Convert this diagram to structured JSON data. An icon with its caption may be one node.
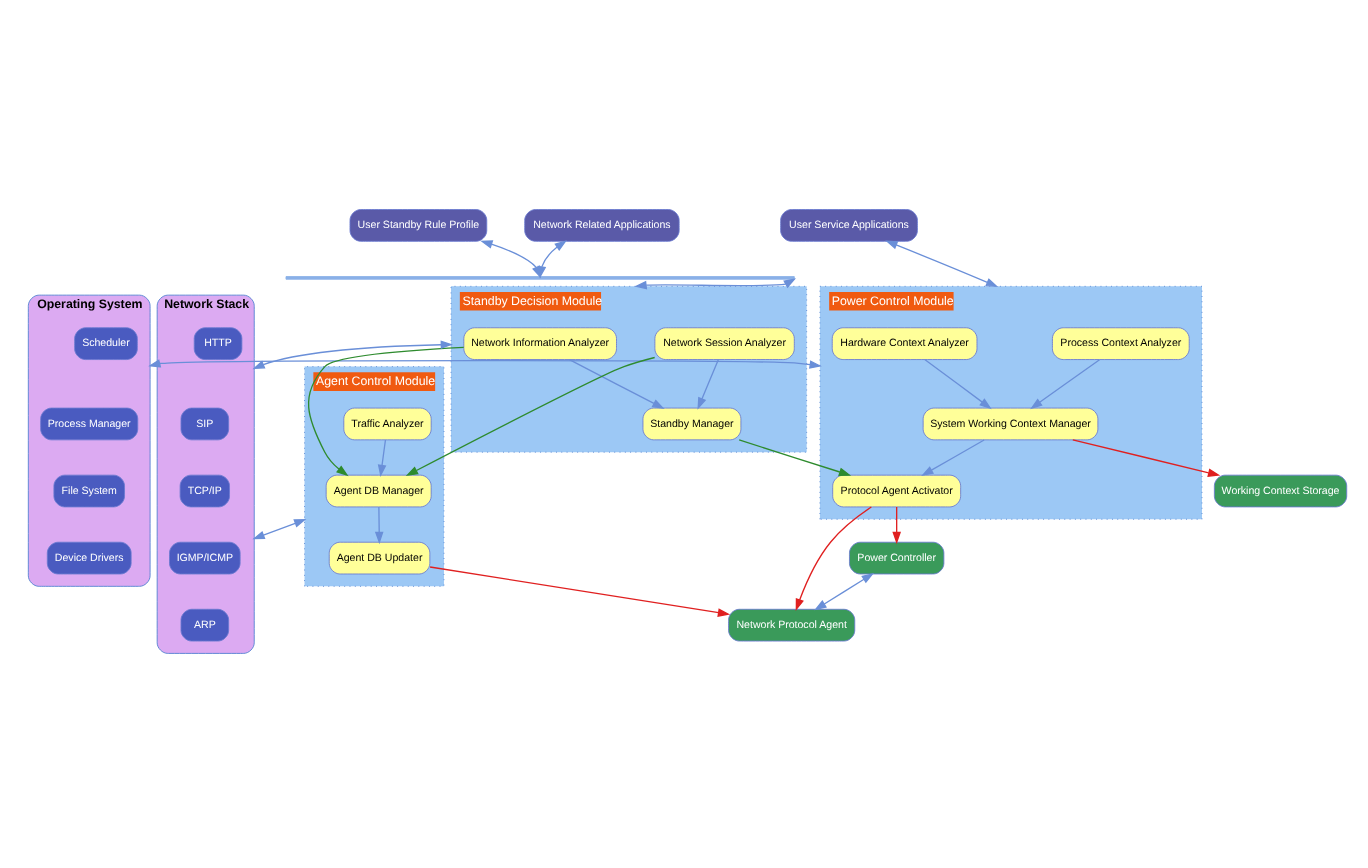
{
  "diagram": {
    "nodes": [
      {
        "text": [
          "User Service Applications"
        ]
      },
      {
        "text": [
          "Network Related Applications"
        ]
      },
      {
        "text": [
          "User Standby Rule Profile"
        ]
      },
      {
        "text": [],
        "shape": "bar"
      },
      {
        "text": [
          "Operating System"
        ]
      },
      {
        "text": [
          "Scheduler"
        ],
        "in": 4
      },
      {
        "text": [
          "Process Manager"
        ],
        "in": 4
      },
      {
        "text": [
          "File System"
        ],
        "in": 4
      },
      {
        "text": [
          "Device Drivers"
        ],
        "in": 4
      },
      {
        "text": [
          "Power Control Module"
        ]
      },
      {
        "text": [
          "Process Context Analyzer"
        ],
        "in": 9
      },
      {
        "text": [
          "Hardware Context Analyzer"
        ],
        "in": 9
      },
      {
        "text": [
          "System Working Context Manager"
        ],
        "in": 9
      },
      {
        "text": [
          "Protocol Agent Activator"
        ],
        "in": 9
      },
      {
        "text": [
          "Standby Decision Module"
        ]
      },
      {
        "text": [
          "Standby Manager"
        ],
        "in": 14
      },
      {
        "text": [
          "Network Information Analyzer"
        ],
        "in": 14
      },
      {
        "text": [
          "Network Session Analyzer"
        ],
        "in": 14
      },
      {
        "text": [
          "Agent Control Module"
        ]
      },
      {
        "text": [
          "Agent DB Manager"
        ],
        "in": 18
      },
      {
        "text": [
          "Traffic Analyzer"
        ],
        "in": 18
      },
      {
        "text": [
          "Agent DB Updater"
        ],
        "in": 18
      },
      {
        "text": [
          "Network Stack"
        ]
      },
      {
        "text": [
          "HTTP"
        ],
        "in": 22
      },
      {
        "text": [
          "SIP"
        ],
        "in": 22
      },
      {
        "text": [
          "TCP/IP"
        ],
        "in": 22
      },
      {
        "text": [
          "IGMP/ICMP"
        ],
        "in": 22
      },
      {
        "text": [
          "ARP"
        ],
        "in": 22
      },
      {
        "text": [
          "Working Context Storage"
        ]
      },
      {
        "text": [
          "Power Controller"
        ]
      },
      {
        "text": [
          "Network Protocol Agent"
        ]
      }
    ],
    "edges": [
      {
        "from": 0,
        "to": 9,
        "arrow": "both"
      },
      {
        "from": 1,
        "to": 3,
        "arrow": "both"
      },
      {
        "from": 2,
        "to": 3,
        "arrow": "both"
      },
      {
        "from": 3,
        "to": 14,
        "arrow": "both"
      },
      {
        "from": 4,
        "to": 9,
        "arrow": "both"
      },
      {
        "from": 10,
        "to": 12,
        "arrow": "to"
      },
      {
        "from": 11,
        "to": 12,
        "arrow": "to"
      },
      {
        "from": 12,
        "to": 13,
        "arrow": "to"
      },
      {
        "from": 16,
        "to": 15,
        "arrow": "to"
      },
      {
        "from": 17,
        "to": 15,
        "arrow": "to"
      },
      {
        "from": 14,
        "to": 22,
        "arrow": "both"
      },
      {
        "from": 20,
        "to": 19,
        "arrow": "to"
      },
      {
        "from": 19,
        "to": 21,
        "arrow": "to"
      },
      {
        "from": 18,
        "to": 22,
        "arrow": "both"
      },
      {
        "from": 15,
        "to": 13,
        "arrow": "to",
        "color": "#2e8b2e"
      },
      {
        "from": 16,
        "to": 19,
        "arrow": "to",
        "color": "#2e8b2e"
      },
      {
        "from": 17,
        "to": 19,
        "arrow": "to",
        "color": "#2e8b2e"
      },
      {
        "from": 12,
        "to": 28,
        "arrow": "to",
        "color": "#e02020"
      },
      {
        "from": 13,
        "to": 29,
        "arrow": "to",
        "color": "#e02020"
      },
      {
        "from": 13,
        "to": 30,
        "arrow": "to",
        "color": "#e02020"
      },
      {
        "from": 21,
        "to": 30,
        "arrow": "to",
        "color": "#e02020"
      },
      {
        "from": 29,
        "to": 30,
        "arrow": "both"
      }
    ]
  }
}
